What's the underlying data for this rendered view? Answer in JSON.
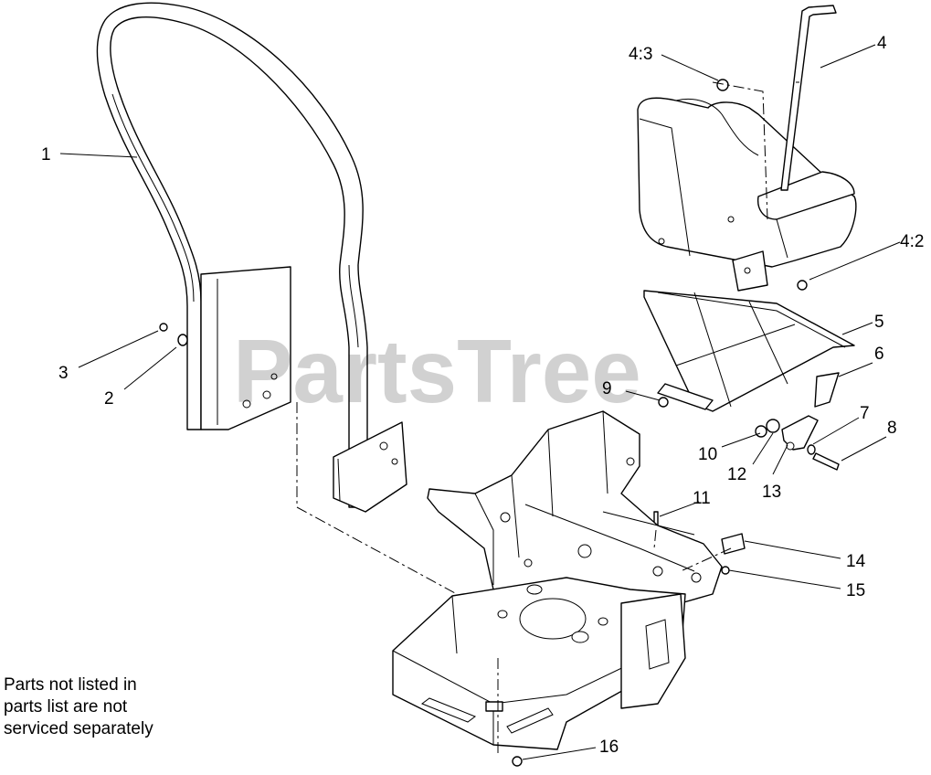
{
  "diagram": {
    "watermark": "PartsTree",
    "note_lines": [
      "Parts not listed in",
      "parts list are not",
      "serviced separately"
    ],
    "callouts": [
      {
        "id": "c1",
        "text": "1"
      },
      {
        "id": "c2",
        "text": "2"
      },
      {
        "id": "c3",
        "text": "3"
      },
      {
        "id": "c4",
        "text": "4"
      },
      {
        "id": "c4_2",
        "text": "4:2"
      },
      {
        "id": "c4_3",
        "text": "4:3"
      },
      {
        "id": "c5",
        "text": "5"
      },
      {
        "id": "c6",
        "text": "6"
      },
      {
        "id": "c7",
        "text": "7"
      },
      {
        "id": "c8",
        "text": "8"
      },
      {
        "id": "c9",
        "text": "9"
      },
      {
        "id": "c10",
        "text": "10"
      },
      {
        "id": "c11",
        "text": "11"
      },
      {
        "id": "c12",
        "text": "12"
      },
      {
        "id": "c13",
        "text": "13"
      },
      {
        "id": "c14",
        "text": "14"
      },
      {
        "id": "c15",
        "text": "15"
      },
      {
        "id": "c16",
        "text": "16"
      }
    ]
  }
}
